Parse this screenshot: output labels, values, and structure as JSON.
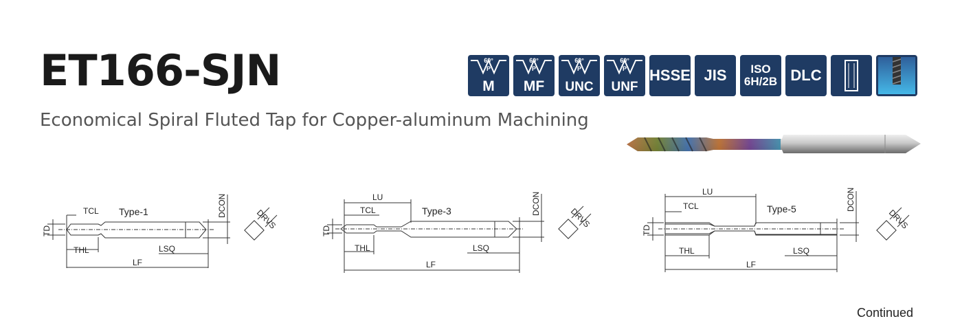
{
  "header": {
    "title": "ET166-SJN",
    "subtitle": "Economical Spiral Fluted Tap for Copper-aluminum Machining"
  },
  "badges": {
    "angle": "60°",
    "p": "P",
    "thread_types": [
      "M",
      "MF",
      "UNC",
      "UNF"
    ],
    "material": "HSSE",
    "standard": "JIS",
    "iso_line1": "ISO",
    "iso_line2": "6H/2B",
    "coating": "DLC"
  },
  "drawings": {
    "type1": {
      "type": "Type-1",
      "tcl": "TCL",
      "thl": "THL",
      "lsq": "LSQ",
      "lf": "LF",
      "td": "TD",
      "dcon": "DCON",
      "drvs": "DRVS"
    },
    "type3": {
      "type": "Type-3",
      "lu": "LU",
      "tcl": "TCL",
      "thl": "THL",
      "lsq": "LSQ",
      "lf": "LF",
      "td": "TD",
      "dcon": "DCON",
      "drvs": "DRVS"
    },
    "type5": {
      "type": "Type-5",
      "lu": "LU",
      "tcl": "TCL",
      "thl": "THL",
      "lsq": "LSQ",
      "lf": "LF",
      "td": "TD",
      "dcon": "DCON",
      "drvs": "DRVS"
    }
  },
  "footer": {
    "continued": "Continued"
  },
  "colors": {
    "badge_bg": "#1f3b63",
    "title": "#1a1a1a",
    "subtitle": "#555555"
  }
}
